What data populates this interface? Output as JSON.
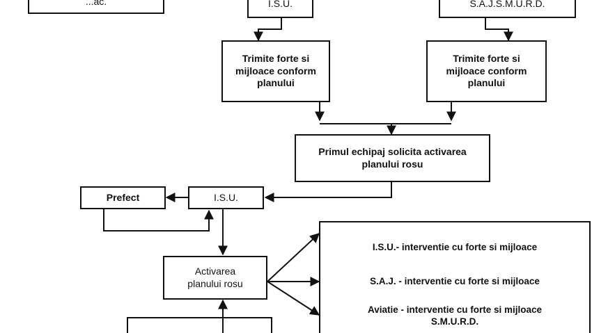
{
  "diagram": {
    "top_left_box": "...ac.",
    "top_mid_box": "I.S.U.",
    "top_right_box": "S.A.J.S.M.U.R.D.",
    "send_forces_left": "Trimite forte si\nmijloace conform\nplanului",
    "send_forces_right": "Trimite forte si\nmijloace conform\nplanului",
    "first_crew": "Primul echipaj solicita activarea\nplanului rosu",
    "prefect": "Prefect",
    "isu": "I.S.U.",
    "activate_plan": "Activarea\nplanului rosu",
    "results": [
      "I.S.U.-  interventie cu  forte si mijloace",
      "S.A.J. - interventie cu  forte si mijloace",
      "Aviatie - interventie cu  forte si mijloace\nS.M.U.R.D."
    ]
  },
  "colors": {
    "ink": "#111111",
    "paper": "#ffffff"
  }
}
